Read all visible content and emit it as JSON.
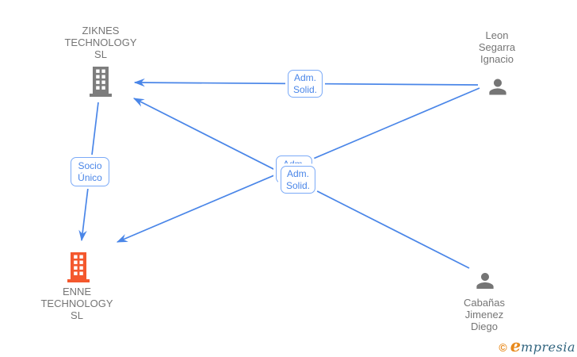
{
  "nodes": {
    "ziknes": {
      "name": "ZIKNES\nTECHNOLOGY\nSL"
    },
    "leon": {
      "name": "Leon\nSegarra\nIgnacio"
    },
    "enne": {
      "name": "ENNE\nTECHNOLOGY\nSL"
    },
    "cabanas": {
      "name": "Cabañas\nJimenez\nDiego"
    }
  },
  "edges": {
    "leon_to_ziknes": {
      "label": "Adm.\nSolid."
    },
    "leon_to_enne": {
      "label": "Adm.\nSolid."
    },
    "cabanas_to_ziknes": {
      "label": "Adm.\nSolid."
    },
    "ziknes_to_enne": {
      "label": "Socio\nÚnico"
    }
  },
  "watermark": {
    "copyright": "©",
    "brand_initial": "e",
    "brand_rest": "mpresia"
  },
  "colors": {
    "edge_blue": "#4a86e8",
    "edge_label_border": "#7baaf7",
    "edge_label_text": "#4a86e8",
    "node_label_gray": "#757575",
    "company_icon_gray": "#7d7d7d",
    "company_icon_orange": "#f4582d",
    "person_icon_gray": "#757575",
    "logo_orange": "#e8891b",
    "logo_dark": "#336680"
  }
}
